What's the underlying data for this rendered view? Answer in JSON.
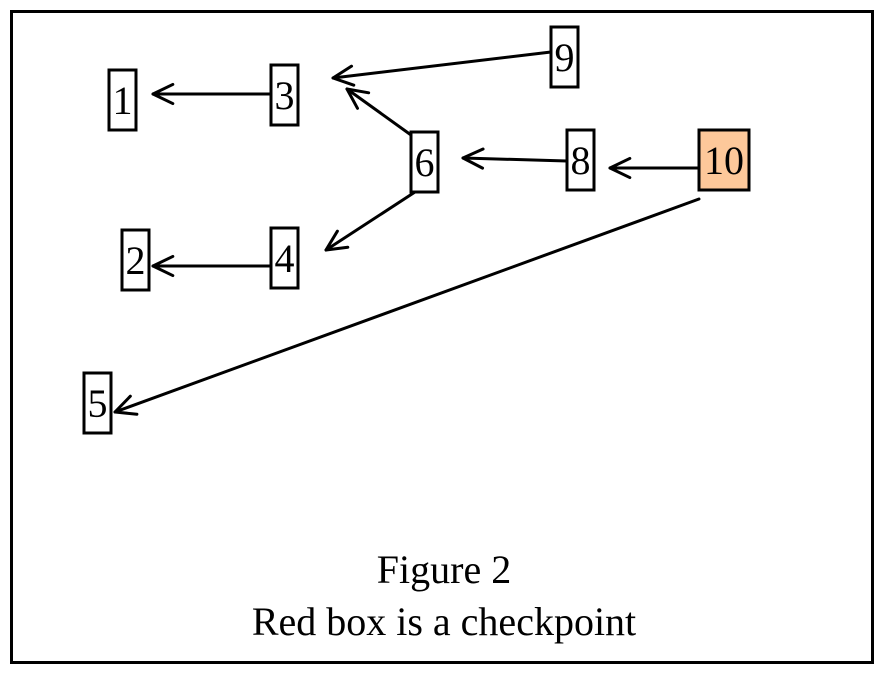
{
  "figure": {
    "caption_title": "Figure 2",
    "caption_subtitle": "Red box is a checkpoint",
    "colors": {
      "checkpoint_fill": "#FDC89A",
      "node_fill": "#FFFFFF",
      "stroke": "#000000"
    },
    "nodes": [
      {
        "id": "1",
        "label": "1",
        "checkpoint": false
      },
      {
        "id": "2",
        "label": "2",
        "checkpoint": false
      },
      {
        "id": "3",
        "label": "3",
        "checkpoint": false
      },
      {
        "id": "4",
        "label": "4",
        "checkpoint": false
      },
      {
        "id": "5",
        "label": "5",
        "checkpoint": false
      },
      {
        "id": "6",
        "label": "6",
        "checkpoint": false
      },
      {
        "id": "8",
        "label": "8",
        "checkpoint": false
      },
      {
        "id": "9",
        "label": "9",
        "checkpoint": false
      },
      {
        "id": "10",
        "label": "10",
        "checkpoint": true
      }
    ],
    "edges": [
      {
        "from": "3",
        "to": "1"
      },
      {
        "from": "9",
        "to": "3"
      },
      {
        "from": "6",
        "to": "3"
      },
      {
        "from": "8",
        "to": "6"
      },
      {
        "from": "10",
        "to": "8"
      },
      {
        "from": "6",
        "to": "4"
      },
      {
        "from": "4",
        "to": "2"
      },
      {
        "from": "10",
        "to": "5"
      }
    ]
  }
}
